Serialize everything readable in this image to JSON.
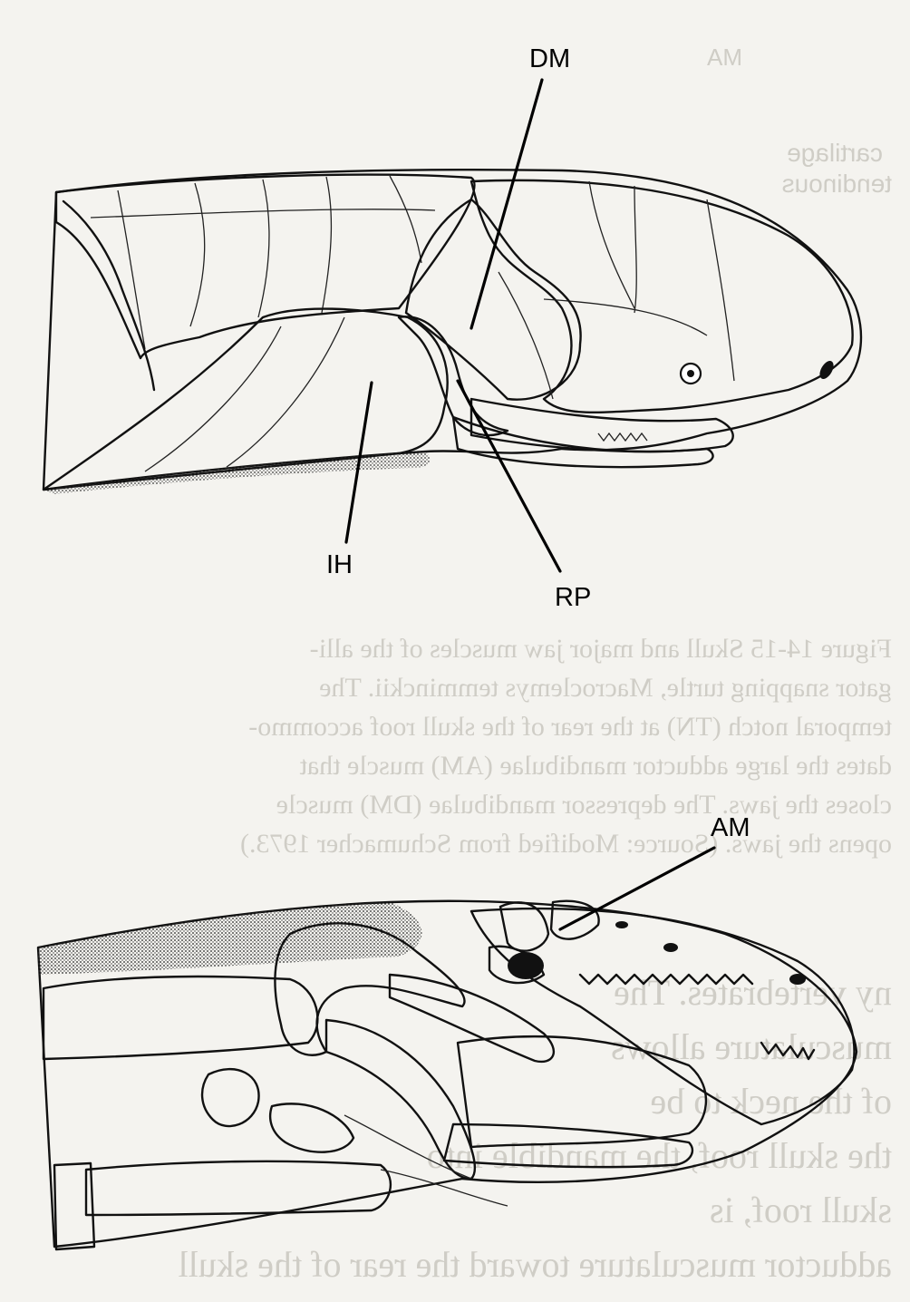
{
  "labels": {
    "dm": "DM",
    "ih": "IH",
    "rp": "RP",
    "am": "AM"
  },
  "bleed_through": {
    "caption_lines": [
      "Figure 14-15   Skull and major jaw muscles of the alli-",
      "gator snapping turtle, Macroclemys temminckii. The",
      "temporal notch (TN) at the rear of the skull roof accommo-",
      "dates the large adductor mandibulae (AM) muscle that",
      "closes the jaws. The depressor mandibulae (DM) muscle",
      "opens the jaws. (Source: Modified from Schumacher 1973.)"
    ],
    "body_lines": [
      "ny vertebrates. The",
      "musculature allows",
      "of the neck to be",
      "the skull roof, the mandible into",
      "skull roof, is",
      "adductor musculature toward the rear of the skull"
    ],
    "top_labels": [
      "AM",
      "cartilage",
      "tendinous"
    ]
  },
  "colors": {
    "paper": "#f4f3ef",
    "ink": "#111111",
    "ghost": "#cfcdc6"
  }
}
